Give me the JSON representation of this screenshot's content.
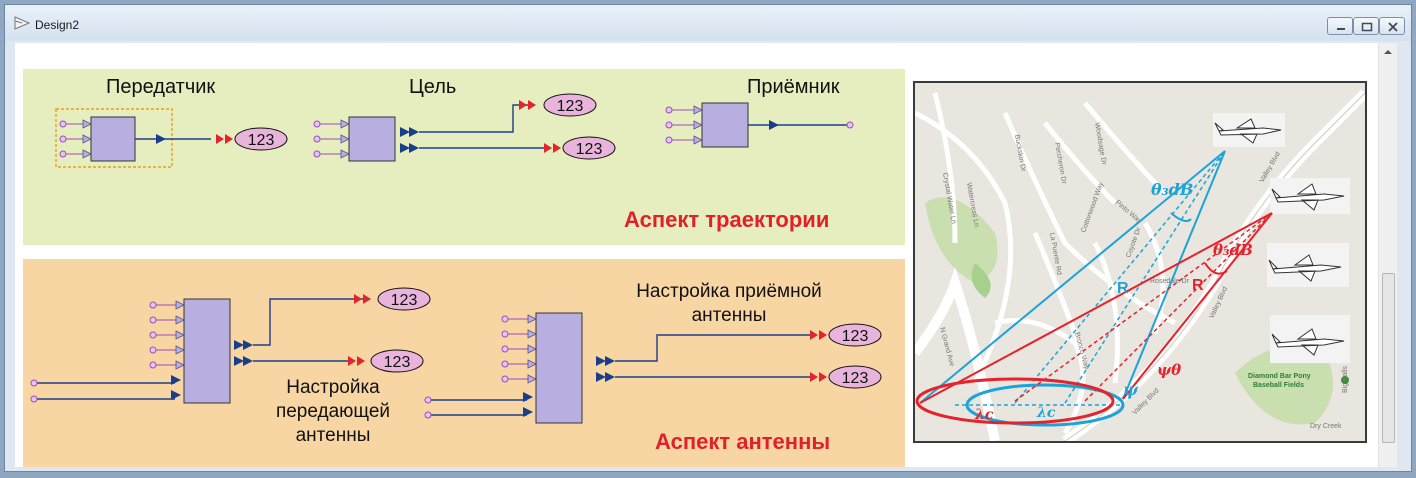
{
  "window": {
    "title": "Design2"
  },
  "diagram": {
    "top": {
      "transmitter_label": "Передатчик",
      "target_label": "Цель",
      "receiver_label": "Приёмник",
      "aspect_label": "Аспект траектории"
    },
    "bottom": {
      "tx_antenna_label_line1": "Настройка",
      "tx_antenna_label_line2": "передающей",
      "tx_antenna_label_line3": "антенны",
      "rx_antenna_label_line1": "Настройка приёмной",
      "rx_antenna_label_line2": "антенны",
      "aspect_label": "Аспект антенны"
    },
    "display_value": "123"
  },
  "map": {
    "streets": [
      "Crystal Water Ln",
      "Watercress Ln",
      "Buckskin Dr",
      "Percheron Dr",
      "Woodsage Dr",
      "La Puente Rd",
      "Cottonwood Way",
      "Pinto Way",
      "Coyote Dr",
      "Rosedale Dr",
      "Bronco Way",
      "N Grand Ave",
      "Valley Blvd"
    ],
    "park_label_line1": "Diamond Bar Pony",
    "park_label_line2": "Baseball Fields",
    "creek_label": "Dry Creek",
    "falls_label": "Big Falls",
    "symbols": {
      "theta_blue": "θ₃dB",
      "theta_red": "θ₃dB",
      "range_blue": "R",
      "range_red": "R",
      "psi_blue": "ψ",
      "psi_red": "ψθ",
      "lambda_red": "λc",
      "lambda_blue": "λc"
    },
    "colors": {
      "blue": "#1ca3d8",
      "red": "#e5232c"
    }
  },
  "colors": {
    "block": "#b9aee0",
    "port": "#d6a8e8",
    "connector": "#1a3e8c",
    "display_badge": "#e8b4dc",
    "arrow_red": "#e5232c"
  }
}
